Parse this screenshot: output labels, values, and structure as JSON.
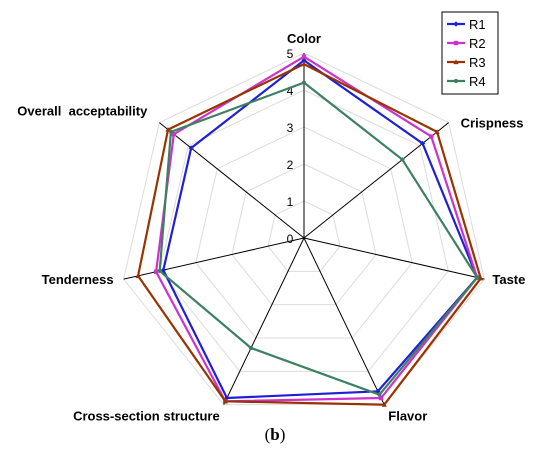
{
  "caption": {
    "open": "(",
    "letter": "b",
    "close": ")"
  },
  "chart_data": {
    "type": "radar",
    "axes": [
      "Color",
      "Crispness",
      "Taste",
      "Flavor",
      "Cross-section structure",
      "Tenderness",
      "Overall  acceptability"
    ],
    "range": [
      0,
      5
    ],
    "ticks": [
      0,
      1,
      2,
      3,
      4,
      5
    ],
    "legend_position": "top-right",
    "series": [
      {
        "name": "R1",
        "color": "#1f1fd6",
        "marker": "diamond",
        "values": [
          4.8,
          4.1,
          4.8,
          4.6,
          4.8,
          3.9,
          3.9
        ]
      },
      {
        "name": "R2",
        "color": "#cc33cc",
        "marker": "square",
        "values": [
          4.9,
          4.4,
          4.8,
          4.8,
          4.9,
          4.1,
          4.5
        ]
      },
      {
        "name": "R3",
        "color": "#993300",
        "marker": "triangle",
        "values": [
          4.7,
          4.6,
          4.9,
          5.0,
          4.9,
          4.6,
          4.7
        ]
      },
      {
        "name": "R4",
        "color": "#3d8060",
        "marker": "circle",
        "values": [
          4.2,
          3.4,
          4.8,
          4.7,
          3.3,
          4.0,
          4.6
        ]
      }
    ]
  }
}
